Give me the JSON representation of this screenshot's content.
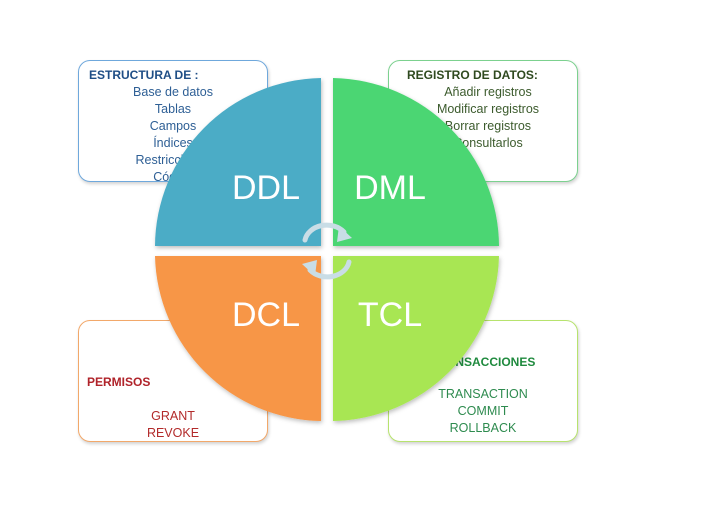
{
  "quadrants": {
    "ddl": {
      "label": "DDL",
      "color": "#4bacc6"
    },
    "dml": {
      "label": "DML",
      "color": "#4bd673"
    },
    "dcl": {
      "label": "DCL",
      "color": "#f79646"
    },
    "tcl": {
      "label": "TCL",
      "color": "#a8e653"
    }
  },
  "boxes": {
    "ddl": {
      "title": "ESTRUCTURA DE :",
      "items": [
        "Base de datos",
        "Tablas",
        "Campos",
        "Índices",
        "Restricciones",
        "Código"
      ]
    },
    "dml": {
      "title": "REGISTRO DE DATOS:",
      "items": [
        "Añadir registros",
        "Modificar registros",
        "Borrar registros",
        "Consultarlos"
      ]
    },
    "dcl": {
      "title": "PERMISOS",
      "items": [
        "GRANT",
        "REVOKE"
      ]
    },
    "tcl": {
      "title": "TRANSACCIONES",
      "items": [
        "TRANSACTION",
        "COMMIT",
        "ROLLBACK"
      ]
    }
  },
  "arrow_color": "#c9dde6"
}
